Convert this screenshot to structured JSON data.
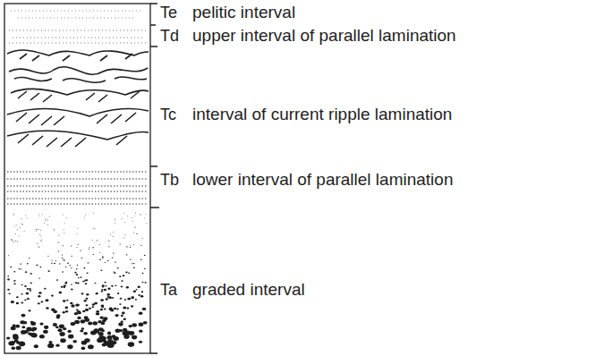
{
  "diagram": {
    "labels": [
      "Te",
      "pelitic interval",
      "Td",
      "upper interval of parallel lamination",
      "Tc",
      "interval of current ripple lamination",
      "Tb",
      "lower interval of parallel lamination",
      "Ta",
      "graded interval"
    ]
  }
}
